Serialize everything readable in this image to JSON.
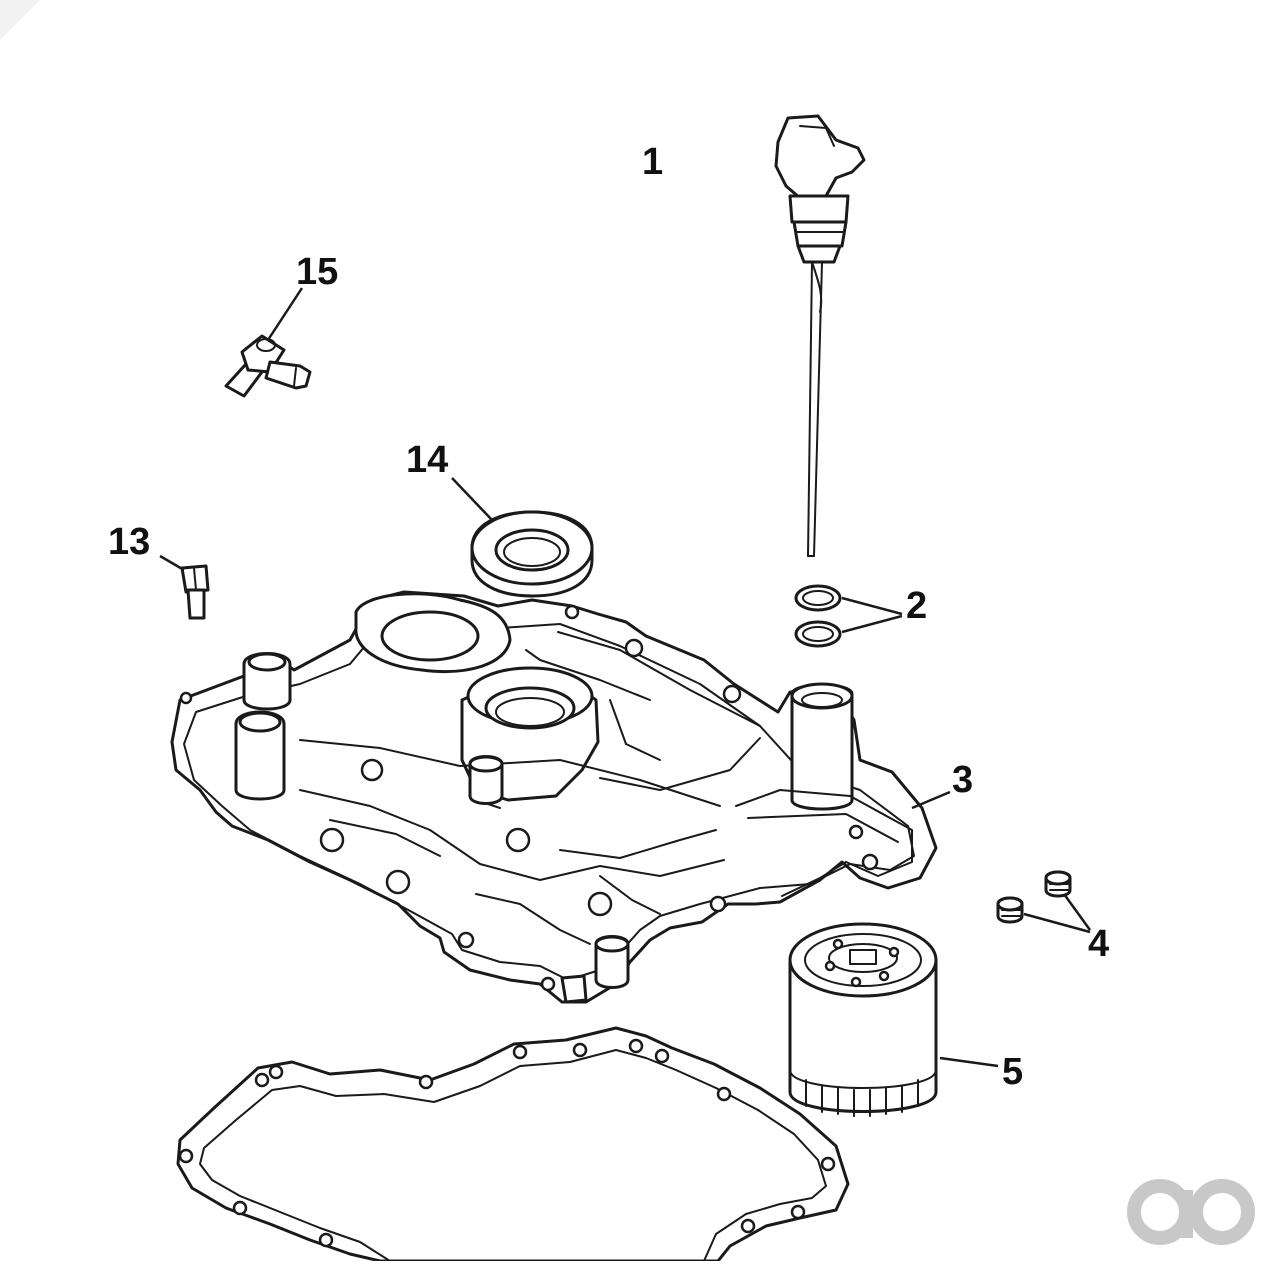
{
  "diagram": {
    "callouts": {
      "c1": "1",
      "c2": "2",
      "c3": "3",
      "c4": "4",
      "c5": "5",
      "c13": "13",
      "c14": "14",
      "c15": "15"
    },
    "watermark_mark": "ao",
    "colors": {
      "ink": "#1a1a1a",
      "paper": "#ffffff",
      "watermark": "#c8c8c8"
    }
  }
}
